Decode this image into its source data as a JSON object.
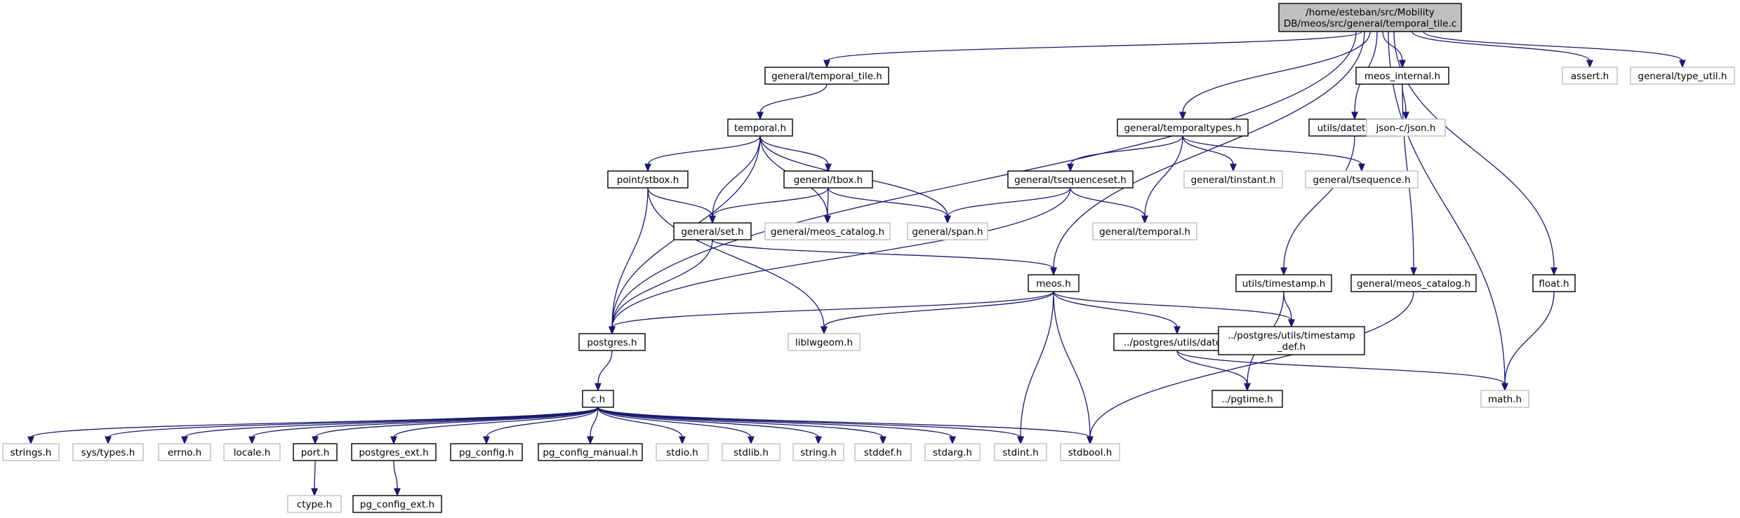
{
  "graph": {
    "nodes": [
      {
        "id": "root",
        "lines": [
          "/home/esteban/src/Mobility",
          "DB/meos/src/general/temporal_tile.c"
        ],
        "style": "root"
      },
      {
        "id": "temporal_tile_h",
        "lines": [
          "general/temporal_tile.h"
        ],
        "style": "doc"
      },
      {
        "id": "meos_internal_h",
        "lines": [
          "meos_internal.h"
        ],
        "style": "doc"
      },
      {
        "id": "assert_h",
        "lines": [
          "assert.h"
        ],
        "style": "ext"
      },
      {
        "id": "type_util_h",
        "lines": [
          "general/type_util.h"
        ],
        "style": "ext"
      },
      {
        "id": "temporal_h",
        "lines": [
          "temporal.h"
        ],
        "style": "doc"
      },
      {
        "id": "temporaltypes_h",
        "lines": [
          "general/temporaltypes.h"
        ],
        "style": "doc"
      },
      {
        "id": "datetime_h",
        "lines": [
          "utils/datetime.h"
        ],
        "style": "doc"
      },
      {
        "id": "json_h",
        "lines": [
          "json-c/json.h"
        ],
        "style": "ext"
      },
      {
        "id": "stbox_h",
        "lines": [
          "point/stbox.h"
        ],
        "style": "doc"
      },
      {
        "id": "tbox_h",
        "lines": [
          "general/tbox.h"
        ],
        "style": "doc"
      },
      {
        "id": "tsequenceset_h",
        "lines": [
          "general/tsequenceset.h"
        ],
        "style": "doc"
      },
      {
        "id": "tinstant_h",
        "lines": [
          "general/tinstant.h"
        ],
        "style": "ext"
      },
      {
        "id": "tsequence_h",
        "lines": [
          "general/tsequence.h"
        ],
        "style": "ext"
      },
      {
        "id": "set_h",
        "lines": [
          "general/set.h"
        ],
        "style": "doc"
      },
      {
        "id": "meos_catalog_ext",
        "lines": [
          "general/meos_catalog.h"
        ],
        "style": "ext"
      },
      {
        "id": "span_h",
        "lines": [
          "general/span.h"
        ],
        "style": "ext"
      },
      {
        "id": "gtemporal_h",
        "lines": [
          "general/temporal.h"
        ],
        "style": "ext"
      },
      {
        "id": "meos_h",
        "lines": [
          "meos.h"
        ],
        "style": "doc"
      },
      {
        "id": "timestamp_h",
        "lines": [
          "utils/timestamp.h"
        ],
        "style": "doc"
      },
      {
        "id": "meos_catalog_doc",
        "lines": [
          "general/meos_catalog.h"
        ],
        "style": "doc"
      },
      {
        "id": "float_h",
        "lines": [
          "float.h"
        ],
        "style": "doc"
      },
      {
        "id": "postgres_h",
        "lines": [
          "postgres.h"
        ],
        "style": "doc"
      },
      {
        "id": "liblwgeom_h",
        "lines": [
          "liblwgeom.h"
        ],
        "style": "ext"
      },
      {
        "id": "date_h",
        "lines": [
          "../postgres/utils/date.h"
        ],
        "style": "doc"
      },
      {
        "id": "timestamp_def_h",
        "lines": [
          "../postgres/utils/timestamp",
          "_def.h"
        ],
        "style": "doc"
      },
      {
        "id": "c_h",
        "lines": [
          "c.h"
        ],
        "style": "doc"
      },
      {
        "id": "pgtime_h",
        "lines": [
          "../pgtime.h"
        ],
        "style": "doc"
      },
      {
        "id": "math_h",
        "lines": [
          "math.h"
        ],
        "style": "ext"
      },
      {
        "id": "strings_h",
        "lines": [
          "strings.h"
        ],
        "style": "ext"
      },
      {
        "id": "systypes_h",
        "lines": [
          "sys/types.h"
        ],
        "style": "ext"
      },
      {
        "id": "errno_h",
        "lines": [
          "errno.h"
        ],
        "style": "ext"
      },
      {
        "id": "locale_h",
        "lines": [
          "locale.h"
        ],
        "style": "ext"
      },
      {
        "id": "port_h",
        "lines": [
          "port.h"
        ],
        "style": "doc"
      },
      {
        "id": "postgres_ext_h",
        "lines": [
          "postgres_ext.h"
        ],
        "style": "doc"
      },
      {
        "id": "pg_config_h",
        "lines": [
          "pg_config.h"
        ],
        "style": "doc"
      },
      {
        "id": "pg_config_manual_h",
        "lines": [
          "pg_config_manual.h"
        ],
        "style": "doc"
      },
      {
        "id": "stdio_h",
        "lines": [
          "stdio.h"
        ],
        "style": "ext"
      },
      {
        "id": "stdlib_h",
        "lines": [
          "stdlib.h"
        ],
        "style": "ext"
      },
      {
        "id": "string_h",
        "lines": [
          "string.h"
        ],
        "style": "ext"
      },
      {
        "id": "stddef_h",
        "lines": [
          "stddef.h"
        ],
        "style": "ext"
      },
      {
        "id": "stdarg_h",
        "lines": [
          "stdarg.h"
        ],
        "style": "ext"
      },
      {
        "id": "stdint_h",
        "lines": [
          "stdint.h"
        ],
        "style": "ext"
      },
      {
        "id": "stdbool_h",
        "lines": [
          "stdbool.h"
        ],
        "style": "ext"
      },
      {
        "id": "ctype_h",
        "lines": [
          "ctype.h"
        ],
        "style": "ext"
      },
      {
        "id": "pg_config_ext_h",
        "lines": [
          "pg_config_ext.h"
        ],
        "style": "doc"
      }
    ],
    "edges": [
      [
        "root",
        "temporal_tile_h"
      ],
      [
        "root",
        "meos_internal_h"
      ],
      [
        "root",
        "assert_h"
      ],
      [
        "root",
        "type_util_h"
      ],
      [
        "root",
        "temporaltypes_h"
      ],
      [
        "root",
        "datetime_h"
      ],
      [
        "root",
        "meos_h"
      ],
      [
        "root",
        "postgres_h"
      ],
      [
        "root",
        "float_h"
      ],
      [
        "root",
        "math_h"
      ],
      [
        "temporal_tile_h",
        "temporal_h"
      ],
      [
        "temporal_h",
        "stbox_h"
      ],
      [
        "temporal_h",
        "tbox_h"
      ],
      [
        "temporal_h",
        "set_h"
      ],
      [
        "temporal_h",
        "meos_catalog_ext"
      ],
      [
        "temporal_h",
        "span_h"
      ],
      [
        "temporal_h",
        "postgres_h"
      ],
      [
        "meos_internal_h",
        "json_h"
      ],
      [
        "meos_internal_h",
        "meos_catalog_doc"
      ],
      [
        "temporaltypes_h",
        "tsequenceset_h"
      ],
      [
        "temporaltypes_h",
        "tinstant_h"
      ],
      [
        "temporaltypes_h",
        "tsequence_h"
      ],
      [
        "temporaltypes_h",
        "gtemporal_h"
      ],
      [
        "datetime_h",
        "timestamp_h"
      ],
      [
        "stbox_h",
        "set_h"
      ],
      [
        "stbox_h",
        "postgres_h"
      ],
      [
        "stbox_h",
        "liblwgeom_h"
      ],
      [
        "tbox_h",
        "set_h"
      ],
      [
        "tbox_h",
        "meos_catalog_ext"
      ],
      [
        "tbox_h",
        "span_h"
      ],
      [
        "tsequenceset_h",
        "span_h"
      ],
      [
        "tsequenceset_h",
        "gtemporal_h"
      ],
      [
        "tsequenceset_h",
        "postgres_h"
      ],
      [
        "set_h",
        "meos_h"
      ],
      [
        "set_h",
        "postgres_h"
      ],
      [
        "meos_h",
        "postgres_h"
      ],
      [
        "meos_h",
        "liblwgeom_h"
      ],
      [
        "meos_h",
        "date_h"
      ],
      [
        "meos_h",
        "timestamp_def_h"
      ],
      [
        "meos_h",
        "stdint_h"
      ],
      [
        "meos_h",
        "stdbool_h"
      ],
      [
        "timestamp_h",
        "timestamp_def_h"
      ],
      [
        "timestamp_h",
        "pgtime_h"
      ],
      [
        "meos_catalog_doc",
        "stdbool_h"
      ],
      [
        "float_h",
        "math_h"
      ],
      [
        "date_h",
        "pgtime_h"
      ],
      [
        "date_h",
        "math_h"
      ],
      [
        "postgres_h",
        "c_h"
      ],
      [
        "c_h",
        "strings_h"
      ],
      [
        "c_h",
        "systypes_h"
      ],
      [
        "c_h",
        "errno_h"
      ],
      [
        "c_h",
        "locale_h"
      ],
      [
        "c_h",
        "port_h"
      ],
      [
        "c_h",
        "postgres_ext_h"
      ],
      [
        "c_h",
        "pg_config_h"
      ],
      [
        "c_h",
        "pg_config_manual_h"
      ],
      [
        "c_h",
        "stdio_h"
      ],
      [
        "c_h",
        "stdlib_h"
      ],
      [
        "c_h",
        "string_h"
      ],
      [
        "c_h",
        "stddef_h"
      ],
      [
        "c_h",
        "stdarg_h"
      ],
      [
        "c_h",
        "stdint_h"
      ],
      [
        "c_h",
        "stdbool_h"
      ],
      [
        "port_h",
        "ctype_h"
      ],
      [
        "postgres_ext_h",
        "pg_config_ext_h"
      ]
    ]
  }
}
